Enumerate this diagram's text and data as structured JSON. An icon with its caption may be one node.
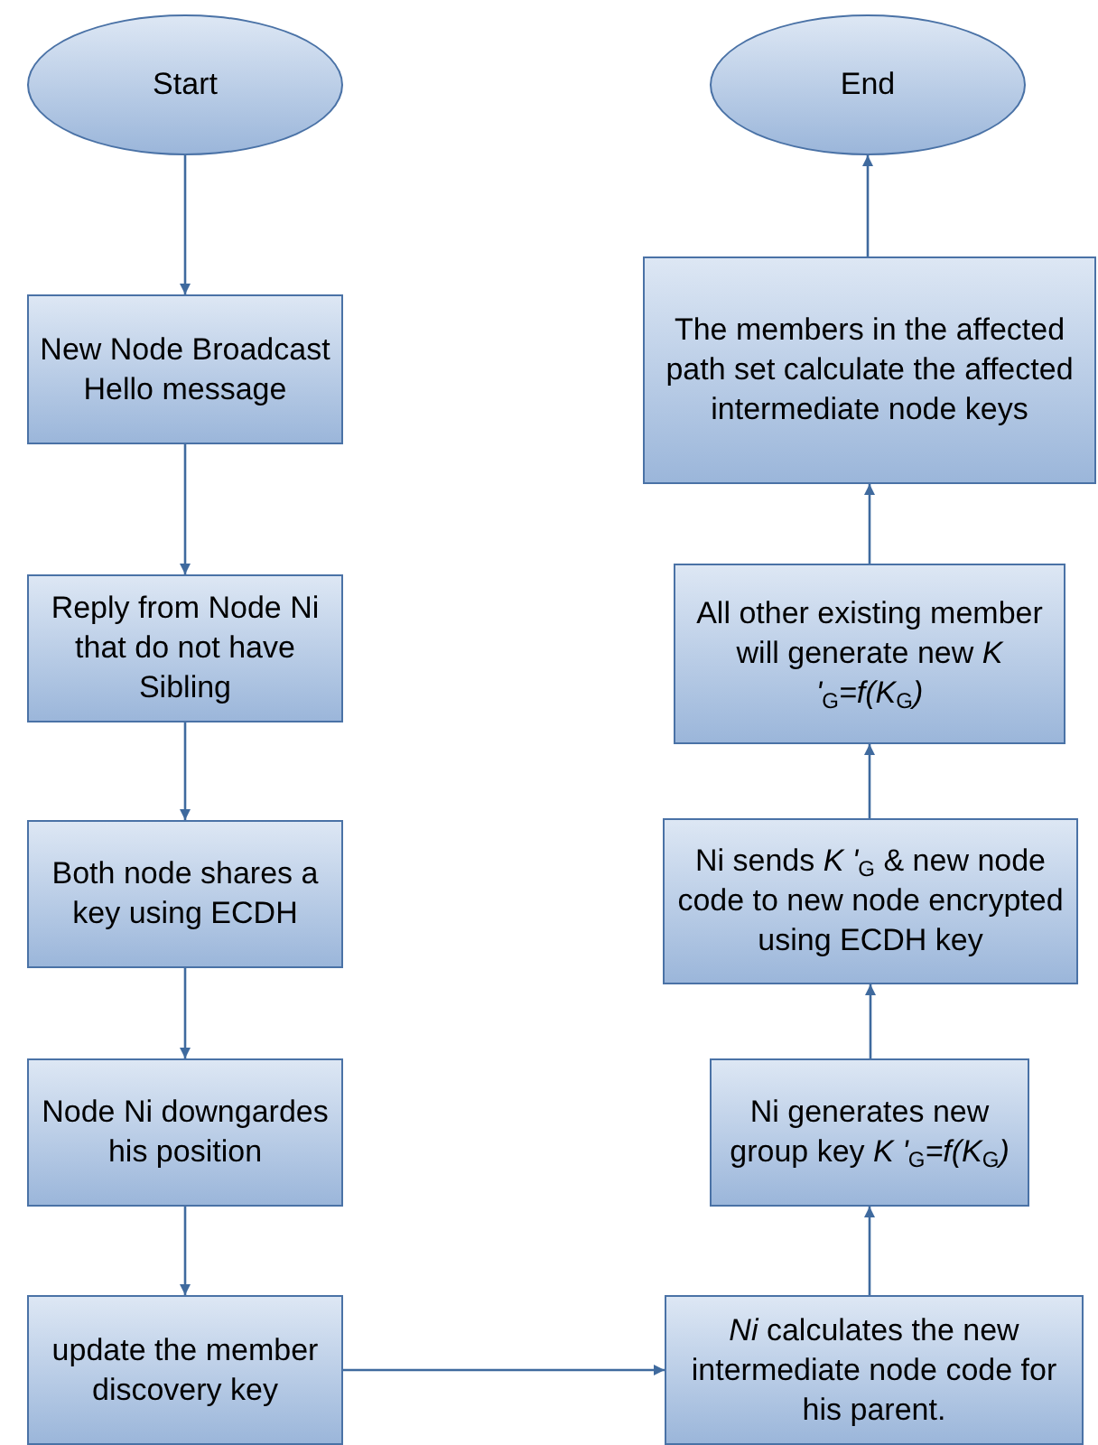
{
  "diagram": {
    "nodes": [
      {
        "text": [
          "Start"
        ]
      },
      {
        "text": [
          "New Node Broadcast Hello message"
        ]
      },
      {
        "text": [
          "Reply from Node Ni that do not have Sibling"
        ]
      },
      {
        "text": [
          "Both node shares a key using ECDH"
        ]
      },
      {
        "text": [
          "Node Ni downgardes his position"
        ]
      },
      {
        "text": [
          "update the member discovery key"
        ]
      },
      {
        "text": [
          "*Ni* calculates the new intermediate node code for his parent."
        ]
      },
      {
        "text": [
          "Ni generates new group key *K '*$_{G}$*=f(K*$_{G}$*)*"
        ]
      },
      {
        "text": [
          "Ni sends *K '*$_{G}$ & new node code to new node encrypted using ECDH key"
        ]
      },
      {
        "text": [
          "All other existing member will generate new *K '*$_{G}$*=f(K*$_{G}$*)*"
        ]
      },
      {
        "text": [
          "The members in the affected path set calculate the affected intermediate node keys"
        ]
      },
      {
        "text": [
          "End"
        ]
      }
    ],
    "edges": [
      {
        "from": 0,
        "to": 1,
        "arrow": "to"
      },
      {
        "from": 1,
        "to": 2,
        "arrow": "to"
      },
      {
        "from": 2,
        "to": 3,
        "arrow": "to"
      },
      {
        "from": 3,
        "to": 4,
        "arrow": "to"
      },
      {
        "from": 4,
        "to": 5,
        "arrow": "to"
      },
      {
        "from": 5,
        "to": 6,
        "arrow": "to"
      },
      {
        "from": 6,
        "to": 7,
        "arrow": "to"
      },
      {
        "from": 7,
        "to": 8,
        "arrow": "to"
      },
      {
        "from": 8,
        "to": 9,
        "arrow": "to"
      },
      {
        "from": 9,
        "to": 10,
        "arrow": "to"
      },
      {
        "from": 10,
        "to": 11,
        "arrow": "to"
      }
    ]
  }
}
